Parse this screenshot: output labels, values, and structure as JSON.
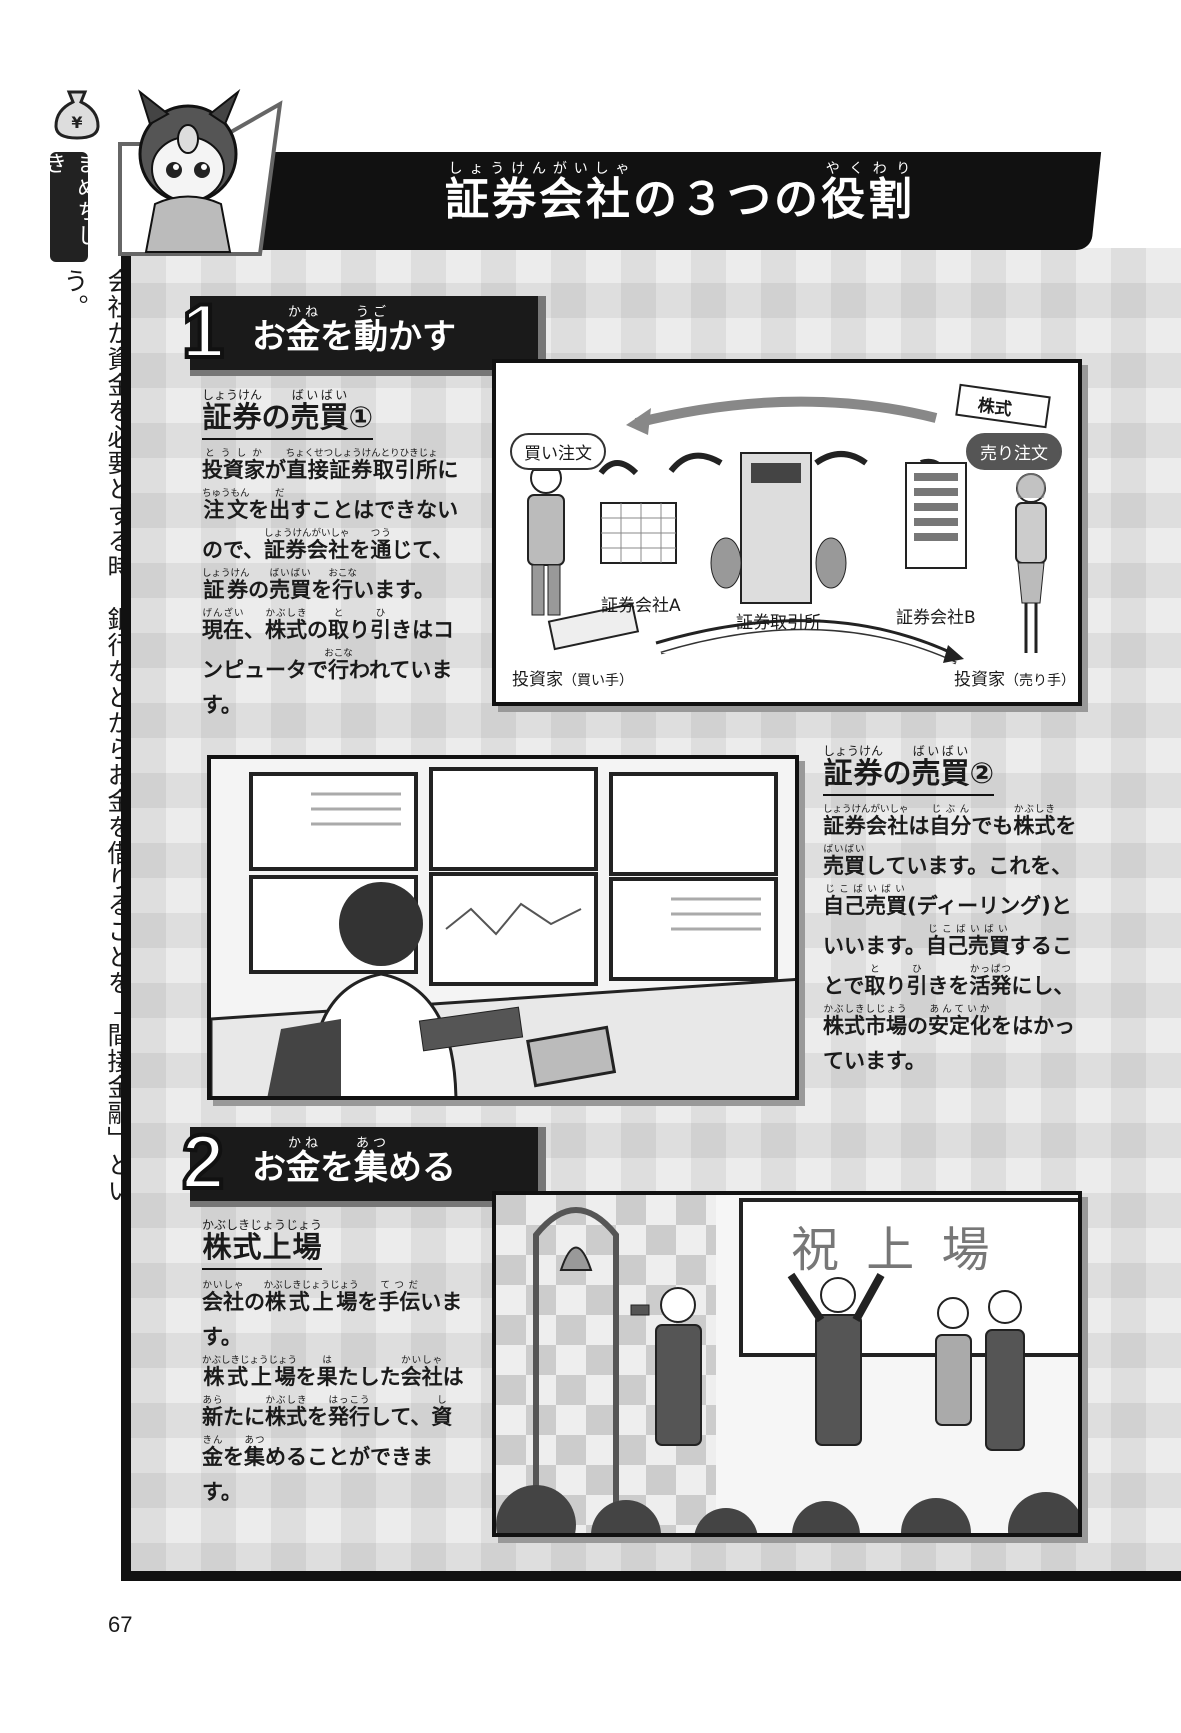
{
  "sidebar": {
    "icon": "money-bag-yen-icon",
    "bag_symbol": "¥",
    "tag": "まめちしき",
    "text": "{会社|かいしゃ}が{資金|しきん}を{必要|ひつよう}とする{時|とき}、{銀行|ぎんこう}などからお{金|かね}を{借|か}りることを「{間接金融|かんせつきんゆう}」という。"
  },
  "title": "{証券会社|しょうけんがいしゃ}の３つの{役割|やくわり}",
  "sections": [
    {
      "number": "1",
      "heading": "お{金|かね}を{動|うご}かす"
    },
    {
      "number": "2",
      "heading": "お{金|かね}を{集|あつ}める"
    }
  ],
  "blocks": [
    {
      "subheading": "{証券|しょうけん}の{売買|ばいばい}①",
      "lines": [
        "{投資家|とうしか}が{直接証券取引所|ちょくせつしょうけんとりひきじょ}に",
        "{注文|ちゅうもん}を{出|だ}すことはできない",
        "ので、{証券会社|しょうけんがいしゃ}を{通|つう}じて、",
        "{証券|しょうけん}の{売買|ばいばい}を{行|おこな}います。",
        "{現在|げんざい}、{株式|かぶしき}の{取|と}り{引|ひ}きはコ",
        "ンピュータで{行|おこな}われていま",
        "す。"
      ]
    },
    {
      "subheading": "{証券|しょうけん}の{売買|ばいばい}②",
      "lines": [
        "{証券会社|しょうけんがいしゃ}は{自分|じぶん}でも{株式|かぶしき}を",
        "{売買|ばいばい}しています。これを、",
        "{自己売買|じこばいばい}(ディーリング)と",
        "いいます。{自己売買|じこばいばい}するこ",
        "とで{取|と}り{引|ひ}きを{活発|かっぱつ}にし、",
        "{株式市場|かぶしきしじょう}の{安定化|あんていか}をはかっ",
        "ています。"
      ]
    },
    {
      "subheading": "{株式上場|かぶしきじょうじょう}",
      "lines": [
        "{会社|かいしゃ}の{株式上場|かぶしきじょうじょう}を{手伝|てつだ}いま",
        "す。",
        "{株式上場|かぶしきじょうじょう}を{果|は}たした{会社|かいしゃ}は",
        "{新|あら}たに{株式|かぶしき}を{発行|はっこう}して、{資|し}",
        "{金|きん}を{集|あつ}めることができます。"
      ]
    }
  ],
  "diagram": {
    "buy_order": "買い注文",
    "sell_order": "売り注文",
    "stock_card": "株式",
    "firm_a": "証券会社A",
    "exchange": "証券取引所",
    "firm_b": "証券会社B",
    "buyer": "投資家",
    "buyer_note": "（買い手）",
    "seller": "投資家",
    "seller_note": "（売り手）"
  },
  "listing_sign": "祝 上 場",
  "page_number": "67"
}
